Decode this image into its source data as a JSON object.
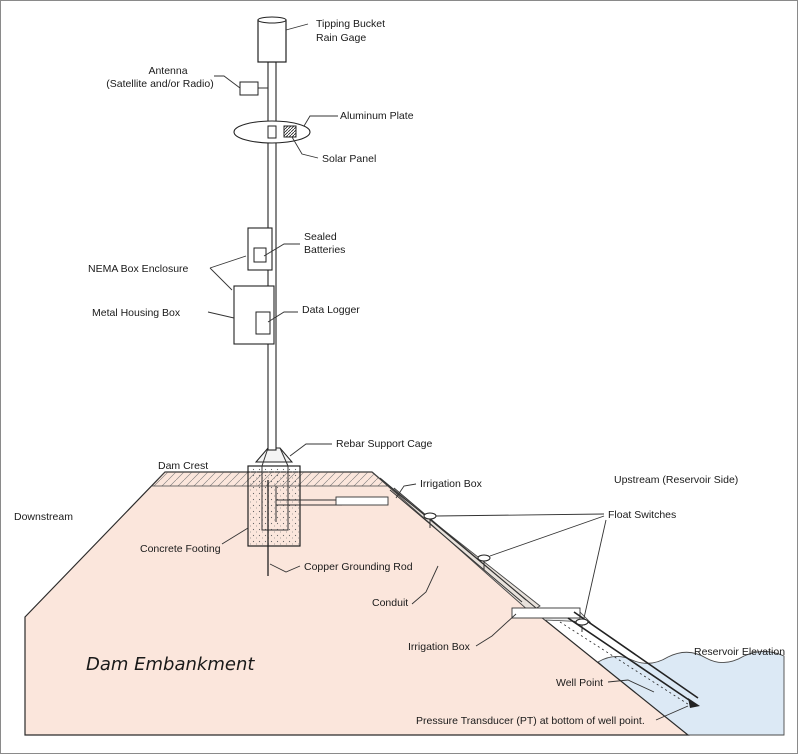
{
  "labels": {
    "rain_gage_1": "Tipping Bucket",
    "rain_gage_2": "Rain Gage",
    "antenna_1": "Antenna",
    "antenna_2": "(Satellite and/or Radio)",
    "aluminum_plate": "Aluminum Plate",
    "solar_panel": "Solar Panel",
    "sealed_batteries_1": "Sealed",
    "sealed_batteries_2": "Batteries",
    "nema_box": "NEMA Box Enclosure",
    "metal_housing": "Metal Housing Box",
    "data_logger": "Data Logger",
    "rebar_cage": "Rebar Support Cage",
    "dam_crest": "Dam Crest",
    "irrigation_box_top": "Irrigation Box",
    "upstream": "Upstream (Reservoir Side)",
    "downstream": "Downstream",
    "float_switches": "Float Switches",
    "concrete_footing": "Concrete Footing",
    "copper_rod": "Copper Grounding Rod",
    "conduit": "Conduit",
    "irrigation_box_bottom": "Irrigation Box",
    "reservoir_elevation": "Reservoir Elevation",
    "dam_embankment": "Dam  Embankment",
    "well_point": "Well Point",
    "pressure_transducer": "Pressure Transducer (PT) at bottom of well point."
  },
  "colors": {
    "embankment": "#fbe6dc",
    "reservoir": "#dce9f5",
    "line": "#333333"
  }
}
